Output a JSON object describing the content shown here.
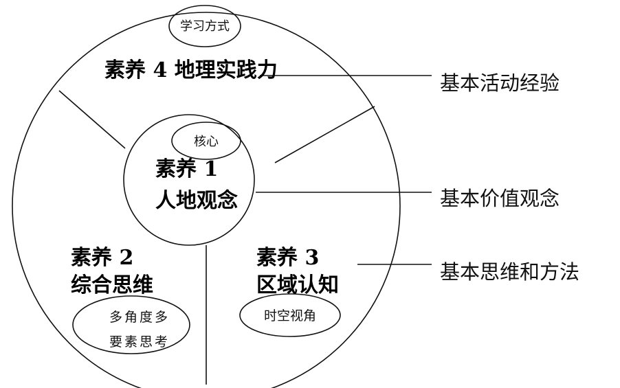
{
  "core": {
    "bubble": "核心",
    "name_line1": "素养 1",
    "name_line2": "人地观念"
  },
  "top": {
    "bubble": "学习方式",
    "name": "素养 4 地理实践力"
  },
  "bottom_left": {
    "name_line1": "素养 2",
    "name_line2": "综合思维",
    "bubble_line1": "多角度多",
    "bubble_line2": "要素思考"
  },
  "bottom_right": {
    "name_line1": "素养 3",
    "name_line2": "区域认知",
    "bubble": "时空视角"
  },
  "right_labels": {
    "activity": "基本活动经验",
    "values": "基本价值观念",
    "thinking": "基本思维和方法"
  }
}
